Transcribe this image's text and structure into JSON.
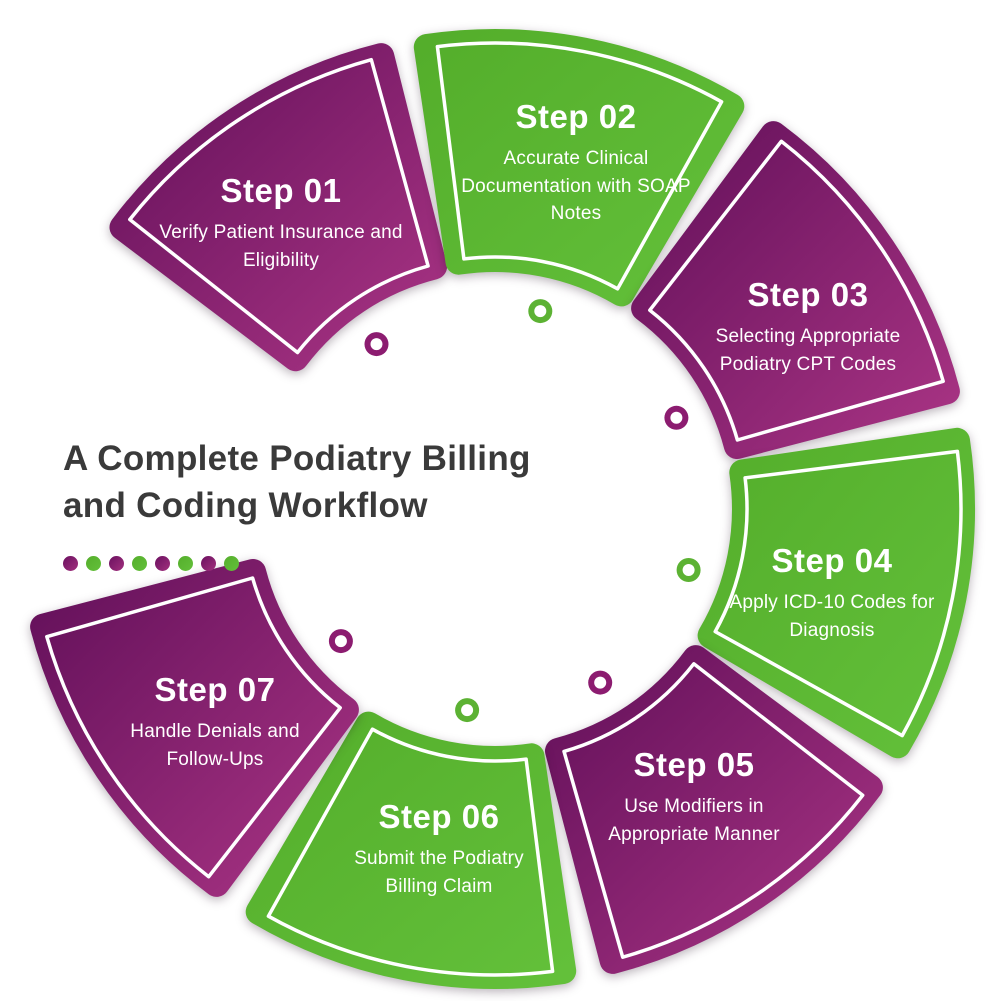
{
  "title": {
    "full": "A Complete Podiatry Billing and Coding Workflow",
    "lines": [
      "A Complete Podiatry Billing",
      "and Coding Workflow"
    ]
  },
  "accent_dots": [
    "purple",
    "green",
    "purple",
    "green",
    "purple",
    "green",
    "purple",
    "green"
  ],
  "colors": {
    "purple_dark": "#63105A",
    "purple_light": "#A93484",
    "green_dark": "#54AE2B",
    "green_light": "#63C03A",
    "dot_purple": "#8C1C70",
    "dot_green": "#5CB233",
    "title_text": "#3A3A3A",
    "label_text": "#FFFFFF"
  },
  "diagram": {
    "type": "circular-process",
    "segments": [
      {
        "step": "Step 01",
        "description": "Verify Patient Insurance and Eligibility",
        "color": "purple",
        "angle_start": 102,
        "angle_end": 145,
        "dot_angle": 125.7
      },
      {
        "step": "Step 02",
        "description": "Accurate Clinical Documentation with SOAP Notes",
        "color": "green",
        "angle_start": 57.5,
        "angle_end": 100.5,
        "dot_angle": 77.1
      },
      {
        "step": "Step 03",
        "description": "Selecting Appropriate Podiatry CPT Codes",
        "color": "purple",
        "angle_start": 12.5,
        "angle_end": 55.5,
        "dot_angle": 26.7
      },
      {
        "step": "Step 04",
        "description": "Apply ICD-10 Codes for Diagnosis",
        "color": "green",
        "angle_start": -32.5,
        "angle_end": 10.5,
        "dot_angle": -17.5
      },
      {
        "step": "Step 05",
        "description": "Use Modifiers in Appropriate Manner",
        "color": "purple",
        "angle_start": -77.5,
        "angle_end": -34.5,
        "dot_angle": -58.8
      },
      {
        "step": "Step 06",
        "description": "Submit the Podiatry Billing Claim",
        "color": "green",
        "angle_start": -122.5,
        "angle_end": -79.5,
        "dot_angle": -97.9
      },
      {
        "step": "Step 07",
        "description": "Handle Denials and Follow-Ups",
        "color": "purple",
        "angle_start": -167.5,
        "angle_end": -124.5,
        "dot_angle": -139.4
      }
    ]
  }
}
